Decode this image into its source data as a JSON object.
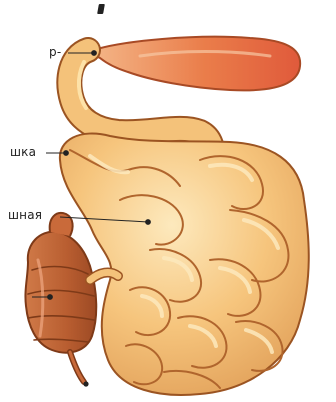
{
  "labels": {
    "top": "р-",
    "middle": "шка",
    "lower": "шная"
  },
  "colors": {
    "outline": "#9b5422",
    "small_intestine_fill": "#f4c27a",
    "small_intestine_highlight": "#fde2a8",
    "stomach_fill": "#ec8f58",
    "stomach_highlight": "#f9c3a0",
    "colon_fill": "#c96a3a",
    "colon_highlight": "#e89868",
    "shadow": "#d68c4a"
  }
}
